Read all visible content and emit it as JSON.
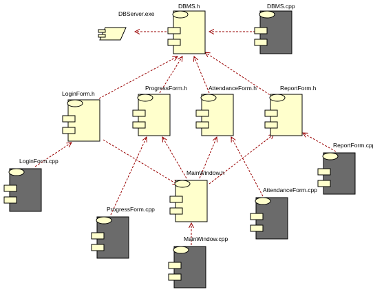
{
  "colors": {
    "header_fill": "#ffffcc",
    "body_fill": "#6b6b6b",
    "line_color": "#990000",
    "outline": "#000000",
    "label_color": "#000000"
  },
  "diagram": {
    "executables": [
      {
        "id": "dbserver",
        "label": "DBServer.exe"
      }
    ],
    "headers": [
      {
        "id": "dbms_h",
        "label": "DBMS.h"
      },
      {
        "id": "loginform_h",
        "label": "LoginForm.h"
      },
      {
        "id": "progressform_h",
        "label": "ProgressForm.h"
      },
      {
        "id": "attendanceform_h",
        "label": "AttendanceForm.h"
      },
      {
        "id": "reportform_h",
        "label": "ReportForm.h"
      },
      {
        "id": "mainwindow_h",
        "label": "MainWindow.h"
      }
    ],
    "bodies": [
      {
        "id": "dbms_cpp",
        "label": "DBMS.cpp"
      },
      {
        "id": "loginform_cpp",
        "label": "LoginForm.cpp"
      },
      {
        "id": "reportform_cpp",
        "label": "ReportForm.cpp"
      },
      {
        "id": "progressform_cpp",
        "label": "ProgressForm.cpp"
      },
      {
        "id": "attendanceform_cpp",
        "label": "AttendanceForm.cpp"
      },
      {
        "id": "mainwindow_cpp",
        "label": "MainWindow.cpp"
      }
    ],
    "dependencies": [
      {
        "from": "dbms_h",
        "to": "dbserver"
      },
      {
        "from": "dbms_cpp",
        "to": "dbms_h"
      },
      {
        "from": "loginform_h",
        "to": "dbms_h"
      },
      {
        "from": "progressform_h",
        "to": "dbms_h"
      },
      {
        "from": "attendanceform_h",
        "to": "dbms_h"
      },
      {
        "from": "reportform_h",
        "to": "dbms_h"
      },
      {
        "from": "loginform_cpp",
        "to": "loginform_h"
      },
      {
        "from": "loginform_h",
        "to": "mainwindow_h"
      },
      {
        "from": "progressform_cpp",
        "to": "progressform_h"
      },
      {
        "from": "mainwindow_h",
        "to": "progressform_h"
      },
      {
        "from": "mainwindow_h",
        "to": "attendanceform_h"
      },
      {
        "from": "mainwindow_h",
        "to": "reportform_h"
      },
      {
        "from": "attendanceform_cpp",
        "to": "attendanceform_h"
      },
      {
        "from": "reportform_cpp",
        "to": "reportform_h"
      },
      {
        "from": "mainwindow_cpp",
        "to": "mainwindow_h"
      }
    ]
  }
}
